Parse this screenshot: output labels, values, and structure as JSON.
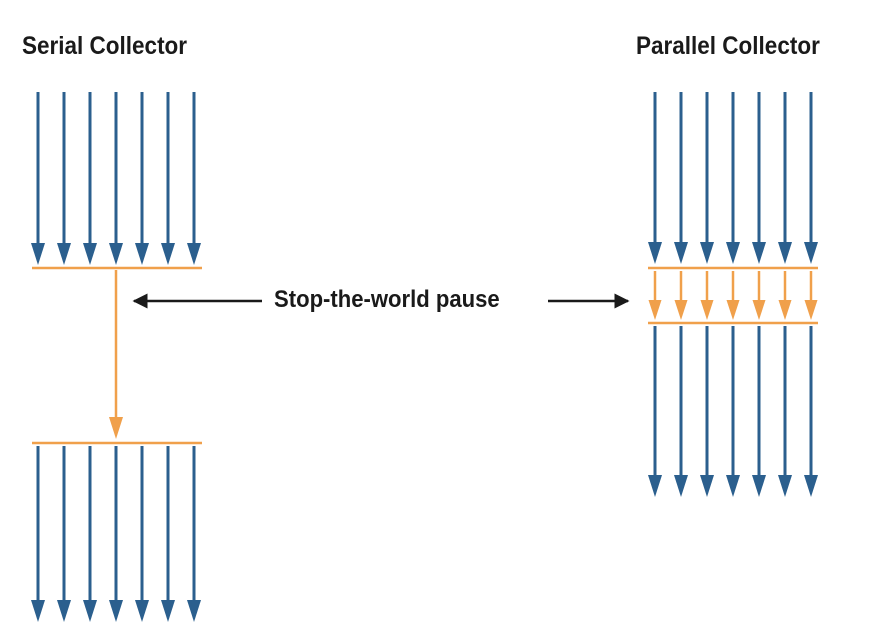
{
  "titles": {
    "serial": "Serial Collector",
    "parallel": "Parallel Collector"
  },
  "pause_label": "Stop-the-world pause",
  "colors": {
    "application_thread": "#2b5f8e",
    "gc_thread": "#f0a04b",
    "pause_arrow": "#1a1a1a"
  },
  "serial": {
    "application_threads": 7,
    "gc_threads": 1
  },
  "parallel": {
    "application_threads": 7,
    "gc_threads": 7
  }
}
